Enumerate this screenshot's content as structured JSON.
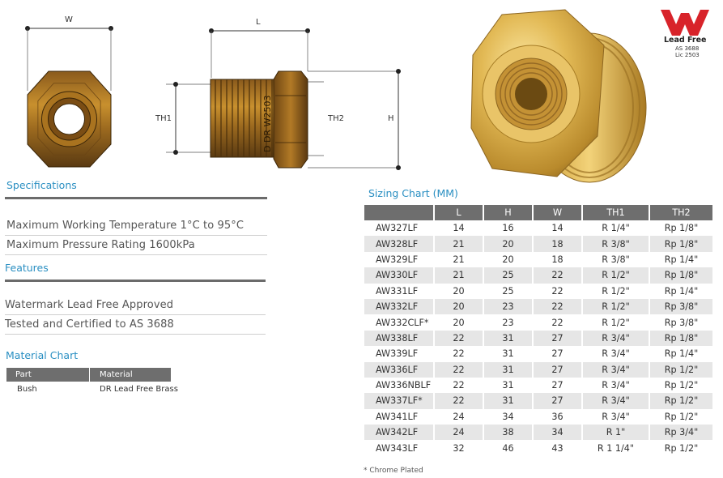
{
  "diagram": {
    "w_label": "W",
    "l_label": "L",
    "th1_label": "TH1",
    "th2_label": "TH2",
    "h_label": "H",
    "thread_marking": "D DR W2503"
  },
  "logo": {
    "title": "Lead Free",
    "line1": "AS 3688",
    "line2": "Lic 2503",
    "color": "#d8232a"
  },
  "specifications": {
    "title": "Specifications",
    "items": [
      "Maximum Working Temperature 1°C to 95°C",
      "Maximum Pressure Rating 1600kPa"
    ]
  },
  "features": {
    "title": "Features",
    "items": [
      "Watermark Lead Free Approved",
      "Tested and Certified to AS 3688"
    ]
  },
  "material_chart": {
    "title": "Material Chart",
    "headers": [
      "Part",
      "Material"
    ],
    "rows": [
      [
        "Bush",
        "DR Lead Free Brass"
      ]
    ]
  },
  "sizing_chart": {
    "title": "Sizing Chart (MM)",
    "headers": [
      "",
      "L",
      "H",
      "W",
      "TH1",
      "TH2"
    ],
    "rows": [
      [
        "AW327LF",
        "14",
        "16",
        "14",
        "R 1/4\"",
        "Rp 1/8\""
      ],
      [
        "AW328LF",
        "21",
        "20",
        "18",
        "R 3/8\"",
        "Rp 1/8\""
      ],
      [
        "AW329LF",
        "21",
        "20",
        "18",
        "R 3/8\"",
        "Rp 1/4\""
      ],
      [
        "AW330LF",
        "21",
        "25",
        "22",
        "R 1/2\"",
        "Rp 1/8\""
      ],
      [
        "AW331LF",
        "20",
        "25",
        "22",
        "R 1/2\"",
        "Rp 1/4\""
      ],
      [
        "AW332LF",
        "20",
        "23",
        "22",
        "R 1/2\"",
        "Rp 3/8\""
      ],
      [
        "AW332CLF*",
        "20",
        "23",
        "22",
        "R 1/2\"",
        "Rp 3/8\""
      ],
      [
        "AW338LF",
        "22",
        "31",
        "27",
        "R 3/4\"",
        "Rp 1/8\""
      ],
      [
        "AW339LF",
        "22",
        "31",
        "27",
        "R 3/4\"",
        "Rp 1/4\""
      ],
      [
        "AW336LF",
        "22",
        "31",
        "27",
        "R 3/4\"",
        "Rp 1/2\""
      ],
      [
        "AW336NBLF",
        "22",
        "31",
        "27",
        "R 3/4\"",
        "Rp 1/2\""
      ],
      [
        "AW337LF*",
        "22",
        "31",
        "27",
        "R 3/4\"",
        "Rp 1/2\""
      ],
      [
        "AW341LF",
        "24",
        "34",
        "36",
        "R 3/4\"",
        "Rp 1/2\""
      ],
      [
        "AW342LF",
        "24",
        "38",
        "34",
        "R 1\"",
        "Rp 3/4\""
      ],
      [
        "AW343LF",
        "32",
        "46",
        "43",
        "R 1 1/4\"",
        "Rp 1/2\""
      ]
    ],
    "footnote": "* Chrome Plated"
  }
}
